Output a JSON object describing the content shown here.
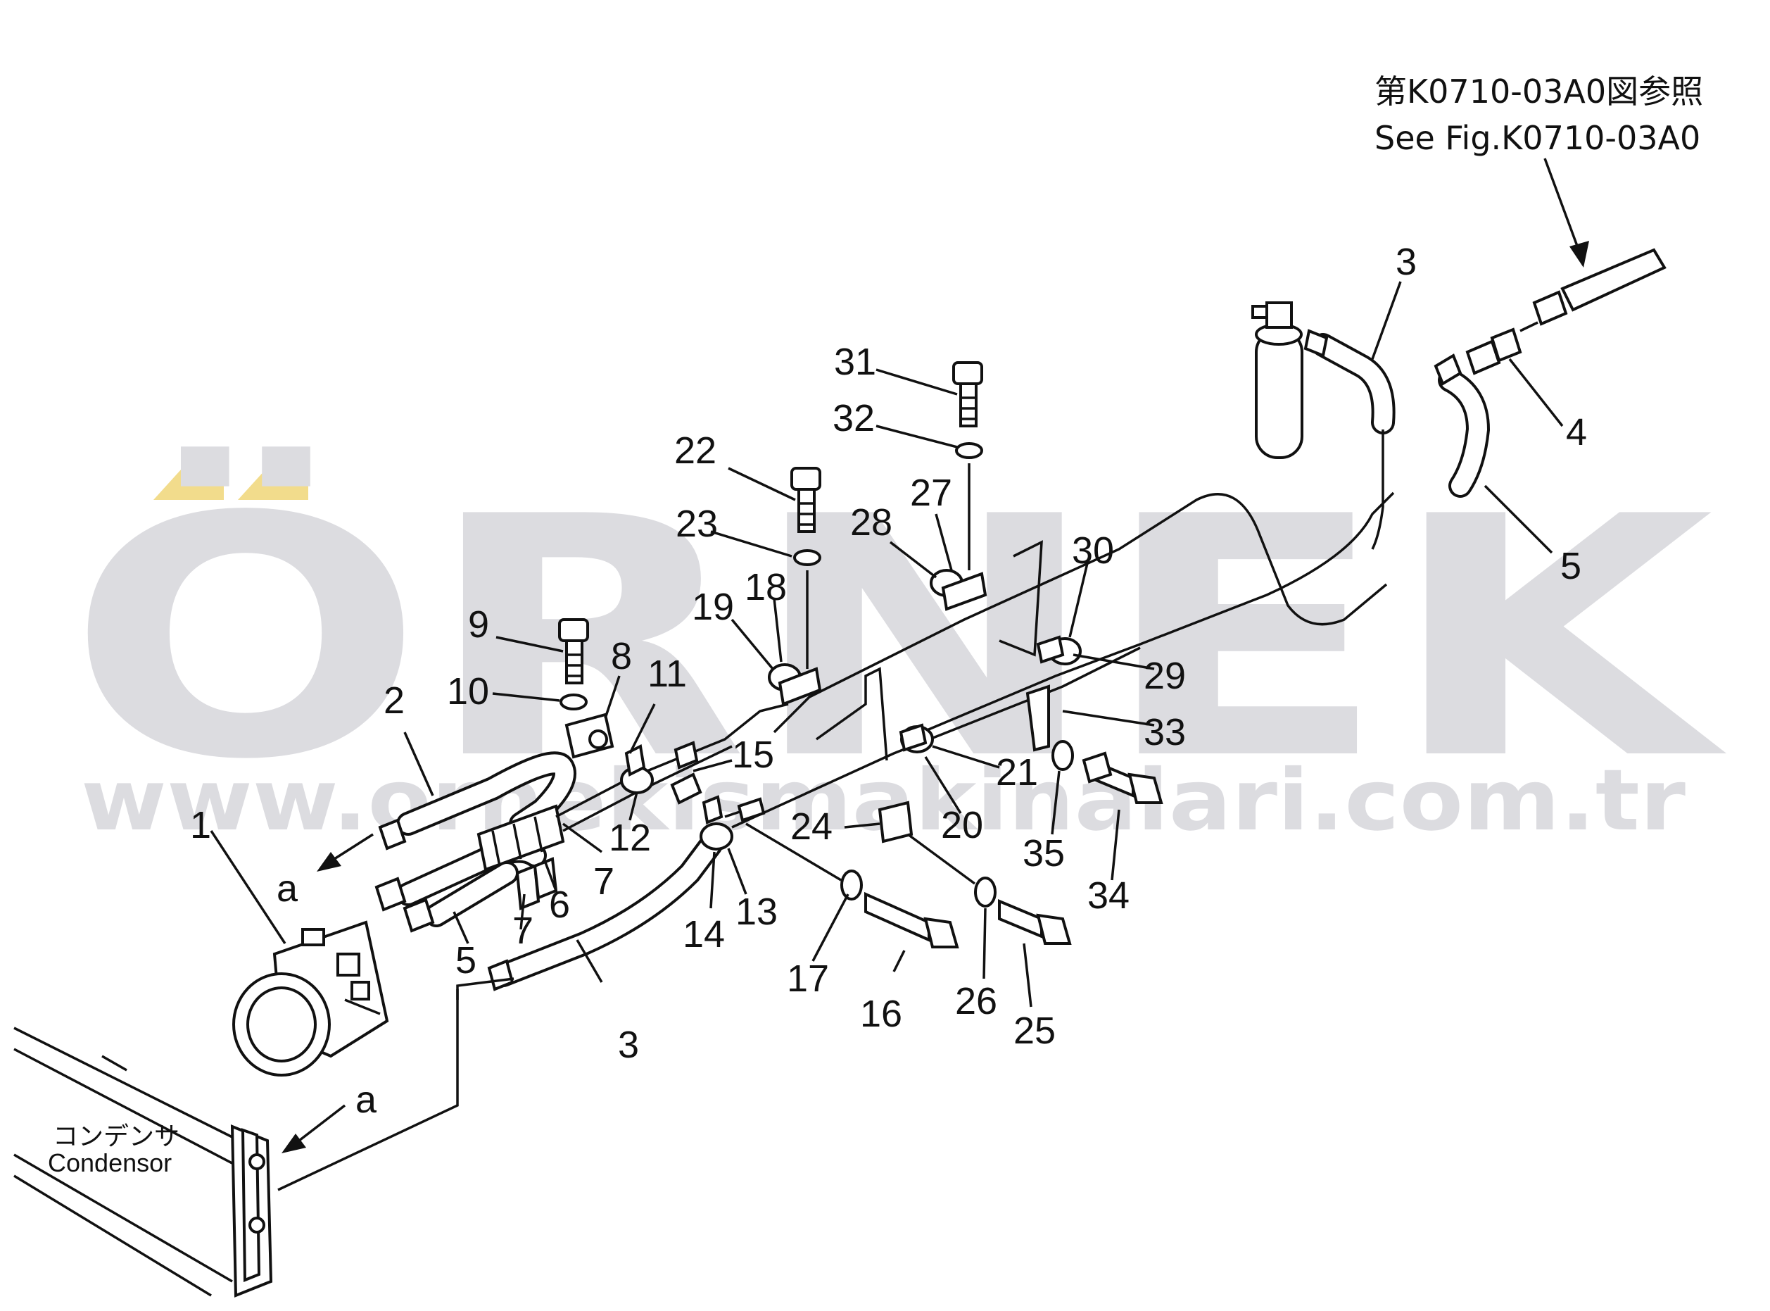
{
  "watermark": {
    "brand": "ÖRNEK",
    "url": "www.ornekismakinalari.com.tr"
  },
  "reference": {
    "jp": "第K0710-03A0図参照",
    "en": "See Fig.K0710-03A0"
  },
  "condenser": {
    "jp": "コンデンサ",
    "en": "Condensor"
  },
  "callout_a": "a",
  "parts": [
    "1",
    "2",
    "3",
    "3",
    "4",
    "5",
    "5",
    "6",
    "7",
    "7",
    "8",
    "9",
    "10",
    "11",
    "12",
    "13",
    "14",
    "15",
    "16",
    "17",
    "18",
    "19",
    "20",
    "21",
    "22",
    "23",
    "24",
    "25",
    "26",
    "27",
    "28",
    "29",
    "30",
    "31",
    "32",
    "33",
    "34",
    "35"
  ],
  "colors": {
    "watermark_gray": "#dcdce0",
    "watermark_accent": "#f2dc8c",
    "ink": "#111111"
  }
}
